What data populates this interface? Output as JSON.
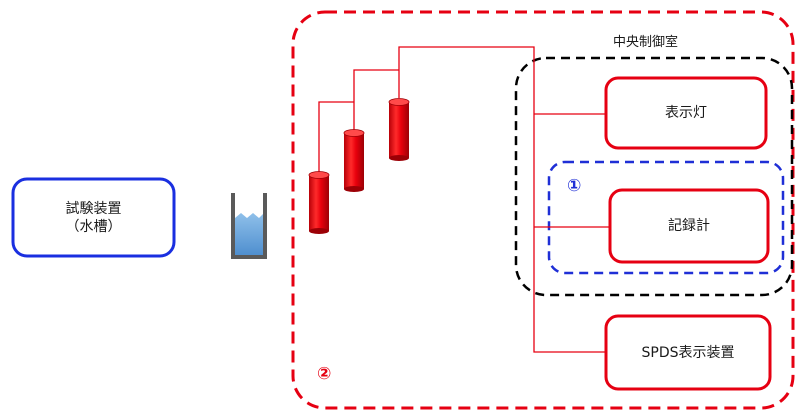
{
  "test_device": {
    "label": "試験装置\n（水槽）"
  },
  "control_room": {
    "label": "中央制御室"
  },
  "indicator_lamp": {
    "label": "表示灯"
  },
  "recorder": {
    "label": "記録計"
  },
  "spds_display": {
    "label": "SPDS表示装置"
  },
  "markers": {
    "m1": "①",
    "m2": "②"
  },
  "colors": {
    "red_dash": "#e60012",
    "black_dash": "#000000",
    "blue_dash": "#1f2fd6",
    "test_box": "#1a2fe0",
    "cylinder": "#e8000c",
    "water": "#6fa8dc",
    "marker_blue": "#1f2fd6",
    "marker_red": "#e60012"
  },
  "icons": {
    "tank": "water-tank-icon",
    "signal_tower": "signal-cylinder-icon"
  }
}
